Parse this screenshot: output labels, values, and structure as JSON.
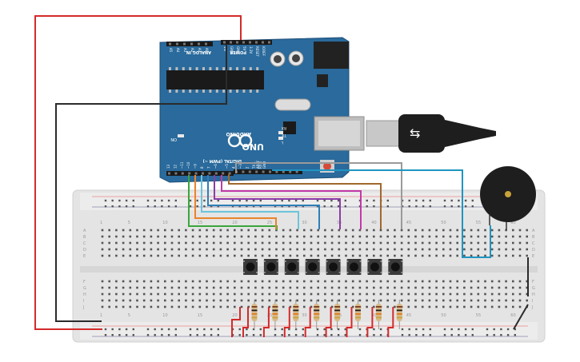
{
  "board": {
    "brand": "ARDUINO",
    "model": "UNO",
    "on_label": "ON",
    "analog_label": "ANALOG IN",
    "power_label": "POWER",
    "digital_label": "DIGITAL (PWM ~)",
    "tx_label": "TX",
    "rx_label": "RX",
    "l_label": "L",
    "aref_label": "AREF",
    "gnd_label": "GND",
    "analog_pins": [
      "A5",
      "A4",
      "A3",
      "A2",
      "A1",
      "A0"
    ],
    "power_pins": [
      "Vin",
      "GND",
      "GND",
      "5V",
      "3.3V",
      "RESET",
      "IOREF"
    ],
    "digital_pins": [
      "13",
      "12",
      "~11",
      "~10",
      "~9",
      "8",
      "7",
      "~6",
      "~5",
      "4",
      "~3",
      "2",
      "TX 1",
      "RX 0"
    ]
  },
  "breadboard": {
    "column_numbers_top": [
      "1",
      "5",
      "10",
      "15",
      "20",
      "25",
      "30",
      "35",
      "40",
      "45",
      "50",
      "55",
      "60"
    ],
    "column_numbers_bottom": [
      "1",
      "5",
      "10",
      "15",
      "20",
      "25",
      "30",
      "35",
      "40",
      "45",
      "50",
      "55",
      "60"
    ],
    "row_letters_top": [
      "A",
      "B",
      "C",
      "D",
      "E"
    ],
    "row_letters_bottom": [
      "F",
      "G",
      "H",
      "I",
      "J"
    ]
  },
  "components": {
    "pushbutton_count": 8,
    "resistor_count": 8,
    "has_piezo_buzzer": true,
    "has_usb_cable": true
  },
  "colors": {
    "board_blue": "#2a6a9c",
    "breadboard": "#e3e3e3",
    "wire_red": "#d42a2a",
    "wire_black": "#2b2b2b",
    "wire_green": "#3aa63a",
    "wire_orange": "#e8852a",
    "wire_lightblue": "#6cc4dc",
    "wire_blue": "#2d7fb8",
    "wire_purple": "#8a3ca8",
    "wire_magenta": "#c23aa8",
    "wire_brown": "#a0682e",
    "wire_gray": "#9a9a9a",
    "wire_teal": "#1f95c2"
  }
}
